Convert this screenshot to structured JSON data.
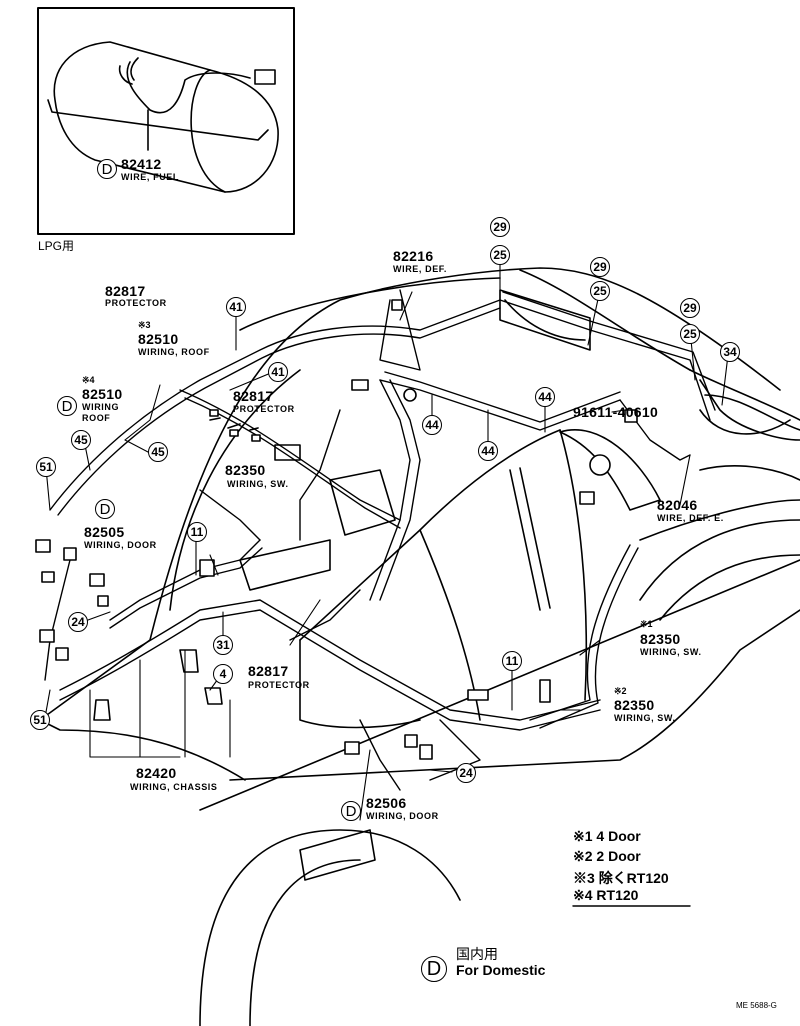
{
  "inset": {
    "caption": "LPG用",
    "part": {
      "number": "82412",
      "name": "WIRE, FUEL",
      "mark": "D"
    }
  },
  "callouts": [
    "29",
    "25",
    "29",
    "25",
    "29",
    "25",
    "34",
    "41",
    "41",
    "44",
    "44",
    "44",
    "45",
    "45",
    "51",
    "51",
    "11",
    "11",
    "24",
    "24",
    "31",
    "4"
  ],
  "parts": [
    {
      "number": "82216",
      "name": "WIRE, DEF."
    },
    {
      "number": "82817",
      "name": "PROTECTOR"
    },
    {
      "number": "82510",
      "name": "WIRING, ROOF",
      "note": "※3"
    },
    {
      "number": "82817",
      "name": "PROTECTOR"
    },
    {
      "number": "82510",
      "name": "WIRING",
      "name2": "ROOF",
      "note": "※4",
      "mark": "D"
    },
    {
      "number": "91611-40610",
      "name": ""
    },
    {
      "number": "82046",
      "name": "WIRE, DEF. E."
    },
    {
      "number": "82350",
      "name": "WIRING, SW."
    },
    {
      "number": "82505",
      "name": "WIRING, DOOR",
      "mark": "D"
    },
    {
      "number": "82350",
      "name": "WIRING, SW.",
      "note": "※1"
    },
    {
      "number": "82817",
      "name": "PROTECTOR"
    },
    {
      "number": "82350",
      "name": "WIRING, SW.",
      "note": "※2"
    },
    {
      "number": "82420",
      "name": "WIRING, CHASSIS"
    },
    {
      "number": "82506",
      "name": "WIRING, DOOR",
      "mark": "D"
    }
  ],
  "legend": [
    {
      "mark": "※1",
      "text": "4 Door"
    },
    {
      "mark": "※2",
      "text": "2 Door"
    },
    {
      "mark": "※3",
      "text": "除くRT120"
    },
    {
      "mark": "※4",
      "text": "RT120"
    }
  ],
  "domestic": {
    "mark": "D",
    "line1": "国内用",
    "line2": "For Domestic"
  },
  "code": "ME 5688-G"
}
